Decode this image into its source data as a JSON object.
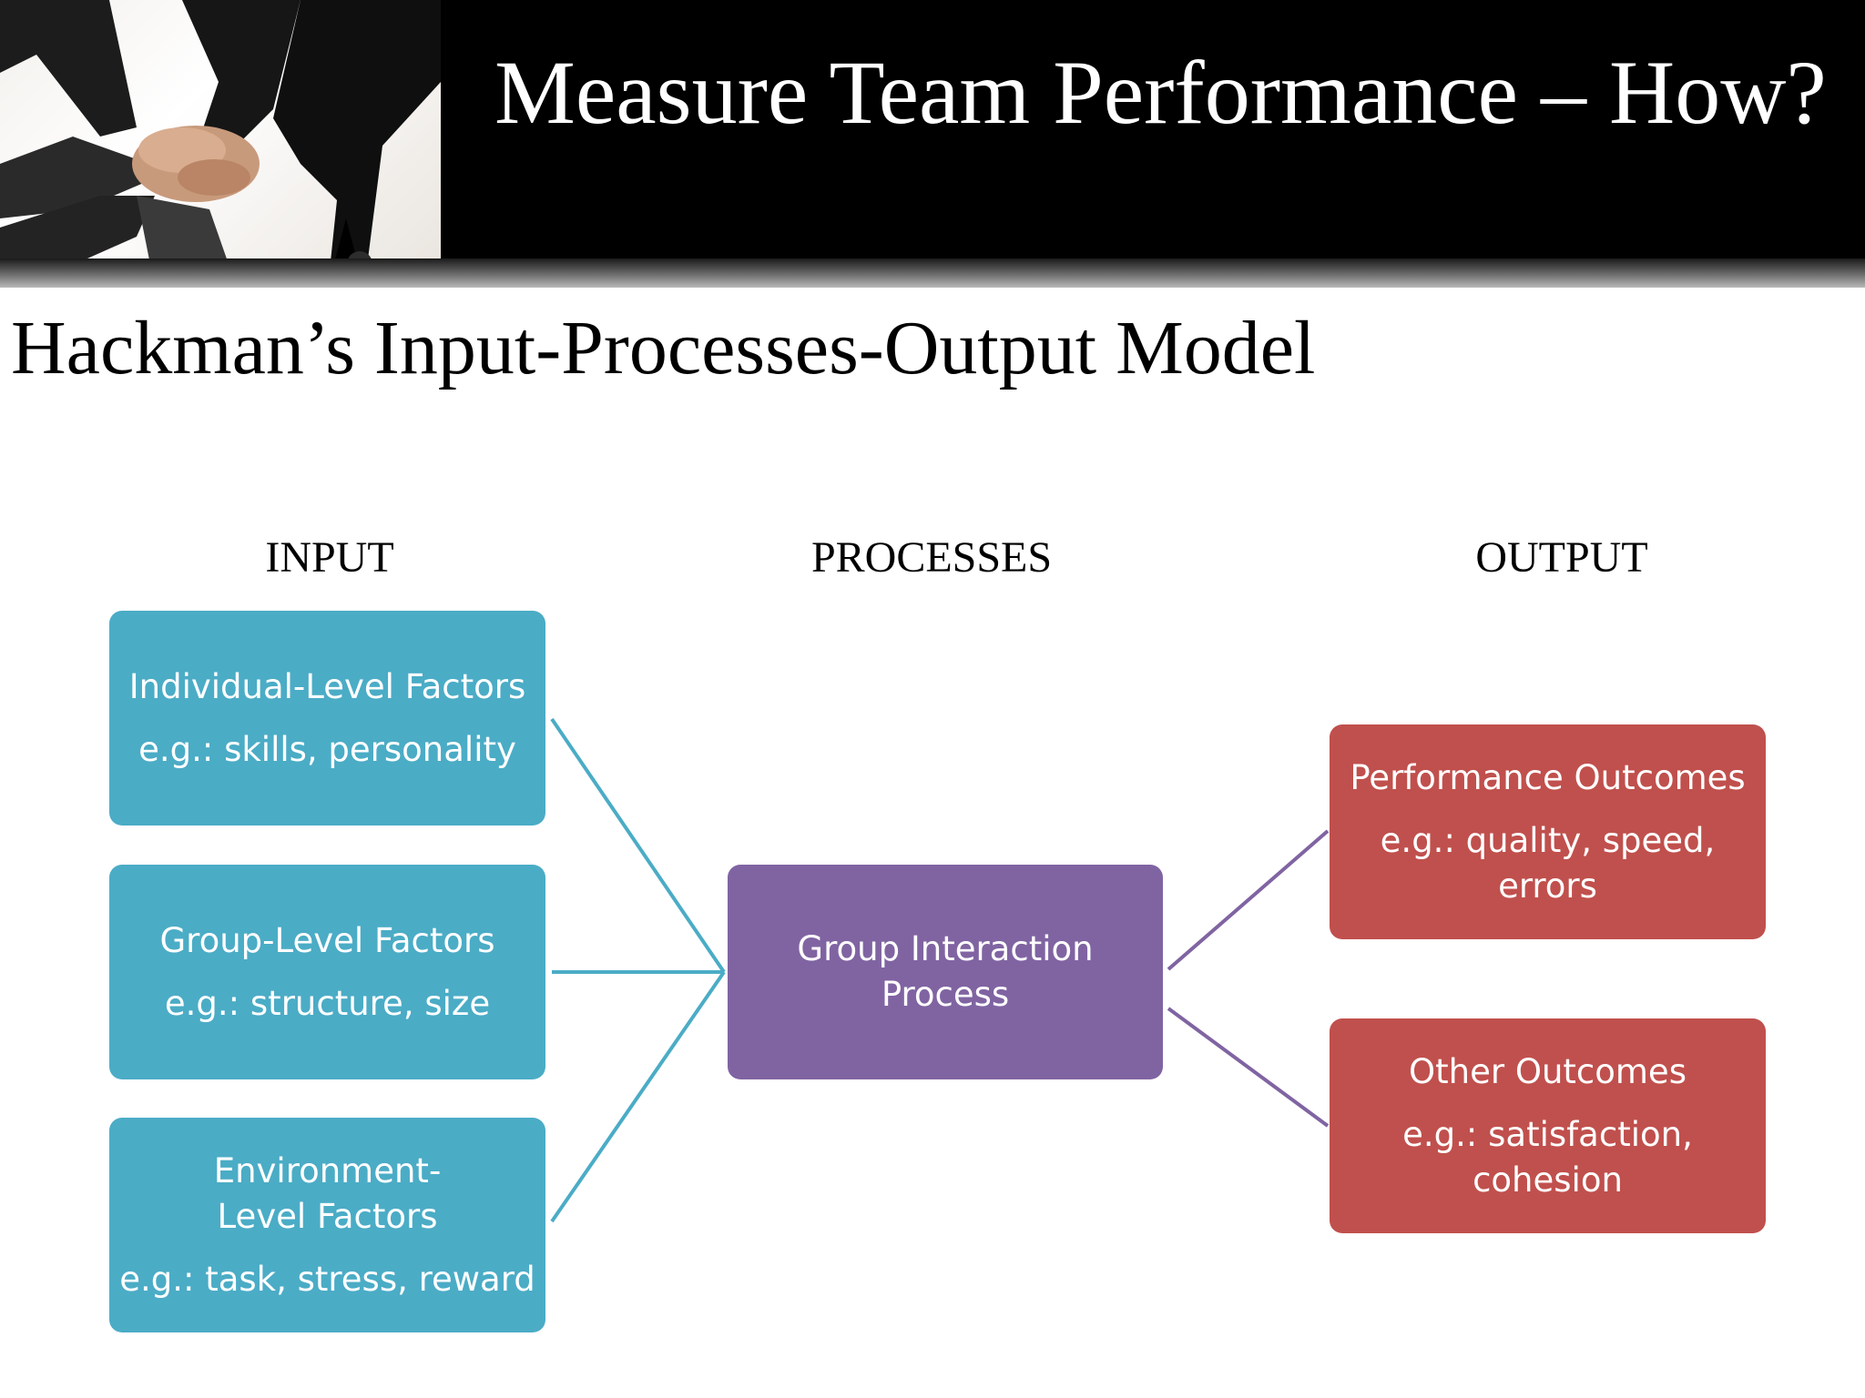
{
  "header": {
    "title": "Measure Team Performance – How?"
  },
  "subtitle": "Hackman’s Input-Processes-Output Model",
  "columns": {
    "input": "INPUT",
    "processes": "PROCESSES",
    "output": "OUTPUT"
  },
  "inputs": [
    {
      "title": "Individual-Level Factors",
      "example": "e.g.: skills, personality"
    },
    {
      "title": "Group-Level Factors",
      "example": "e.g.: structure, size"
    },
    {
      "title": "Environment-Level Factors",
      "example": "e.g.: task, stress, reward"
    }
  ],
  "process": {
    "title": "Group Interaction Process"
  },
  "outputs": [
    {
      "title": "Performance Outcomes",
      "example": "e.g.: quality, speed, errors"
    },
    {
      "title": "Other Outcomes",
      "example": "e.g.: satisfaction, cohesion"
    }
  ],
  "colors": {
    "input": "#4bacc6",
    "process": "#8064a2",
    "output": "#c0504d"
  }
}
